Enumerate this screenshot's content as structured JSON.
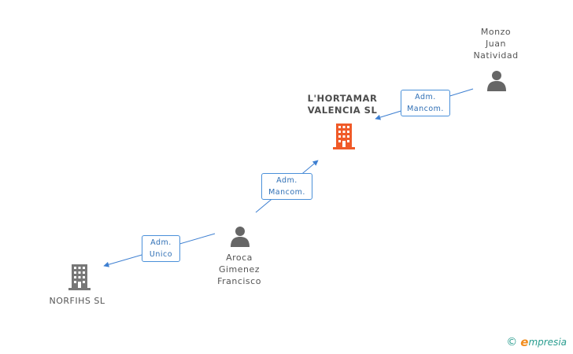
{
  "nodes": {
    "hortamar": {
      "lines": [
        "L'HORTAMAR",
        "VALENCIA SL"
      ],
      "kind": "company",
      "color": "#f05a28"
    },
    "monzo": {
      "lines": [
        "Monzo",
        "Juan",
        "Natividad"
      ],
      "kind": "person",
      "color": "#666666"
    },
    "aroca": {
      "lines": [
        "Aroca",
        "Gimenez",
        "Francisco"
      ],
      "kind": "person",
      "color": "#666666"
    },
    "norfihs": {
      "lines": [
        "NORFIHS SL"
      ],
      "kind": "company",
      "color": "#777777"
    }
  },
  "relations": {
    "monzo_hortamar": {
      "lines": [
        "Adm.",
        "Mancom."
      ]
    },
    "aroca_hortamar": {
      "lines": [
        "Adm.",
        "Mancom."
      ]
    },
    "aroca_norfihs": {
      "lines": [
        "Adm.",
        "Unico"
      ]
    }
  },
  "colors": {
    "edge": "#3d7fd1",
    "box_border": "#4a90d9",
    "box_text": "#2f6fb5"
  },
  "watermark": {
    "symbol": "©",
    "e": "e",
    "brand": "mpresia"
  }
}
